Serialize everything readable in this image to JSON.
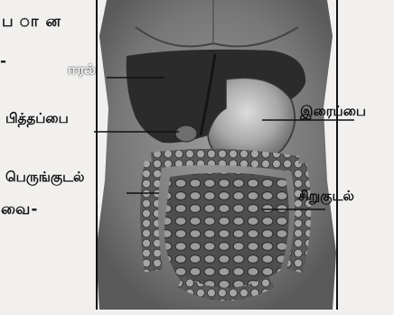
{
  "side_text": {
    "top": "ப ா ன",
    "dot": "-",
    "bottom": "வை-"
  },
  "labels": {
    "liver": "ஈரல்",
    "gallbladder": "பித்தப்பை",
    "stomach": "இரைப்பை",
    "large_intestine": "பெருங்குடல்",
    "small_intestine": "சிறுகுடல்"
  }
}
